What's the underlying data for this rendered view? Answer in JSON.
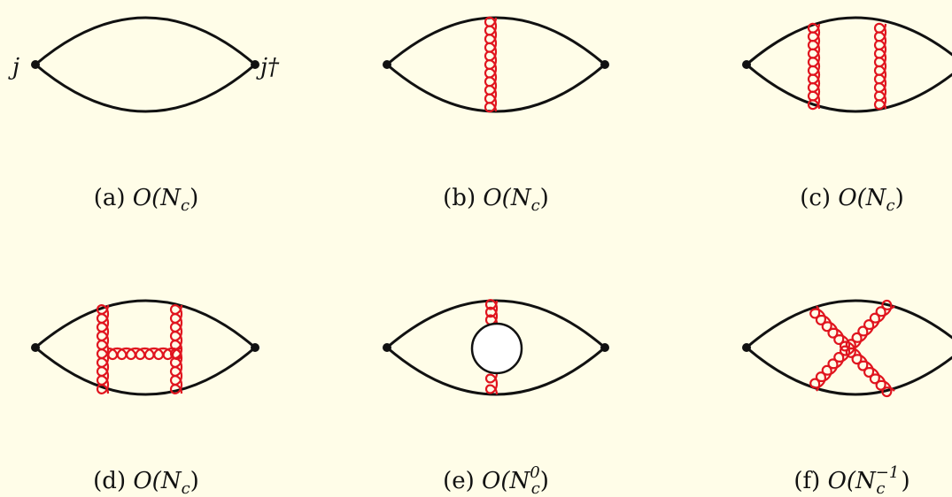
{
  "colors": {
    "background": "#fffde8",
    "line": "#111111",
    "gluon": "#e0141e",
    "blob_fill": "#ffffff"
  },
  "vertex_labels": {
    "left": "j",
    "right": "j†"
  },
  "diagrams": [
    {
      "id": "a",
      "prefix": "(a)",
      "order": "O(N",
      "sub": "c",
      "sup": "",
      "close": ")"
    },
    {
      "id": "b",
      "prefix": "(b)",
      "order": "O(N",
      "sub": "c",
      "sup": "",
      "close": ")"
    },
    {
      "id": "c",
      "prefix": "(c)",
      "order": "O(N",
      "sub": "c",
      "sup": "",
      "close": ")"
    },
    {
      "id": "d",
      "prefix": "(d)",
      "order": "O(N",
      "sub": "c",
      "sup": "",
      "close": ")"
    },
    {
      "id": "e",
      "prefix": "(e)",
      "order": "O(N",
      "sub": "c",
      "sup": "0",
      "close": ")"
    },
    {
      "id": "f",
      "prefix": "(f)",
      "order": "O(N",
      "sub": "c",
      "sup": "−1",
      "close": ")"
    }
  ]
}
